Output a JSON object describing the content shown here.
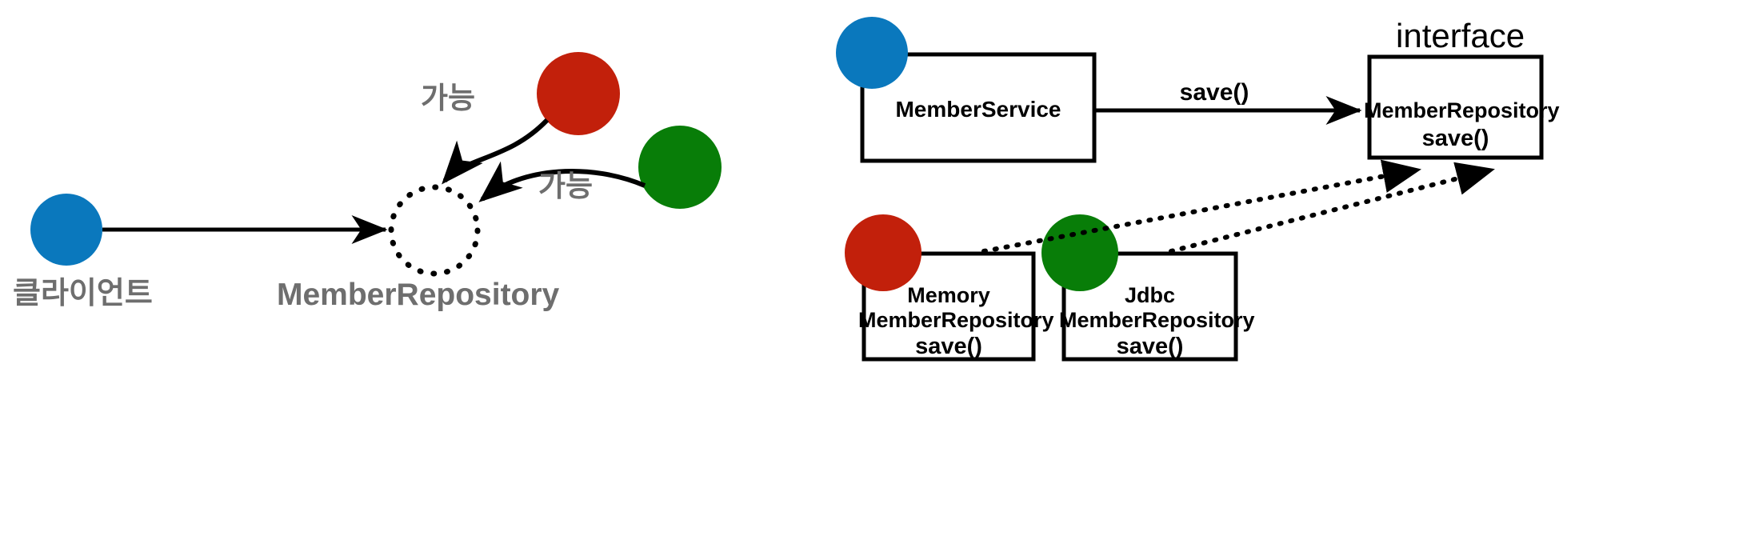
{
  "colors": {
    "blue": "#0a78bd",
    "red": "#c2200b",
    "green": "#087d08",
    "gray_text": "#6e6e6e",
    "black": "#000000",
    "background": "#ffffff"
  },
  "left_diagram": {
    "client_circle_label": "클라이언트",
    "target_label": "MemberRepository",
    "edge_labels": [
      {
        "text": "가능"
      },
      {
        "text": "가능"
      }
    ],
    "nodes": [
      {
        "name": "client",
        "color": "blue",
        "shape": "circle-filled"
      },
      {
        "name": "memory-impl",
        "color": "red",
        "shape": "circle-filled"
      },
      {
        "name": "jdbc-impl",
        "color": "green",
        "shape": "circle-filled"
      },
      {
        "name": "abstraction",
        "color": "black",
        "shape": "circle-dotted"
      }
    ]
  },
  "right_diagram": {
    "interface_stereotype": "interface",
    "member_service_box": {
      "title": "MemberService"
    },
    "member_repository_box": {
      "title": "MemberRepository",
      "method": "save()"
    },
    "memory_repository_box": {
      "title_line1": "Memory",
      "title_line2": "MemberRepository",
      "method": "save()"
    },
    "jdbc_repository_box": {
      "title_line1": "Jdbc",
      "title_line2": "MemberRepository",
      "method": "save()"
    },
    "call_edge_label": "save()"
  }
}
